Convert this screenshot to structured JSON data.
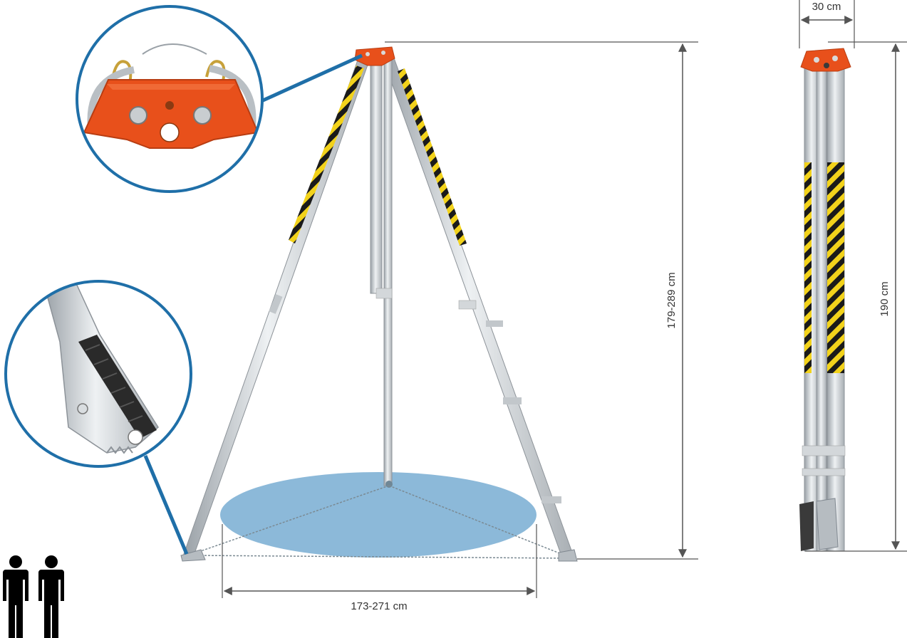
{
  "dimensions": {
    "open_height": "179-289 cm",
    "base_span": "173-271 cm",
    "folded_width": "30 cm",
    "folded_height": "190 cm"
  },
  "callouts": [
    {
      "name": "head-detail",
      "depicts": "orange tripod head with pulleys and snap hooks"
    },
    {
      "name": "foot-detail",
      "depicts": "aluminium leg foot with rubber pad"
    }
  ],
  "operators_icon": "two-persons-icon",
  "colors": {
    "head_orange": "#e8501b",
    "callout_ring": "#1f6fa8",
    "base_area": "#5b9bc9",
    "dimension_lines": "#555555",
    "leg_aluminium": "#cfd4d8",
    "hazard_yellow": "#f2d21b",
    "hazard_black": "#1a1a1a"
  }
}
